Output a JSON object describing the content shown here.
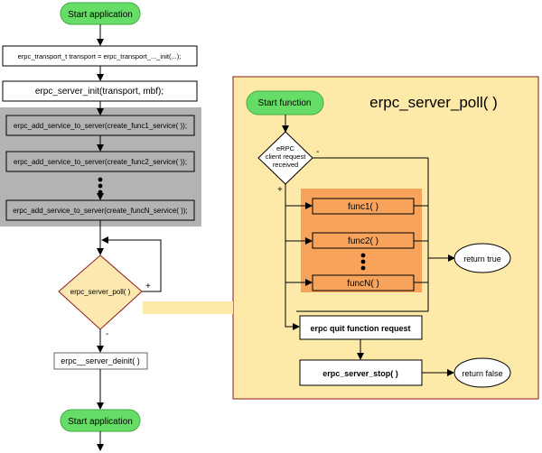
{
  "main_flow": {
    "start_label": "Start application",
    "transport_init": "erpc_transport_t transport = erpc_transport_..._init(...);",
    "server_init": "erpc_server_init(transport, mbf);",
    "services": [
      "erpc_add_service_to_server(create_func1_service( ));",
      "erpc_add_service_to_server(create_func2_service( ));",
      "erpc_add_service_to_server(create_funcN_service( ));"
    ],
    "poll_decision": "erpc_server_poll( )",
    "plus": "+",
    "minus": "-",
    "deinit": "erpc__server_deinit( )",
    "end_label": "Start application"
  },
  "poll_panel": {
    "title": "erpc_server_poll( )",
    "start_function": "Start function",
    "decision_lines": [
      "eRPC",
      "client request",
      "received"
    ],
    "minus": "-",
    "plus": "+",
    "funcs": [
      "func1( )",
      "func2( )",
      "funcN( )"
    ],
    "return_true": "return true",
    "quit_request": "erpc quit function request",
    "server_stop": "erpc_server_stop( )",
    "return_false": "return false"
  },
  "colors": {
    "start_fill": "#66dd66",
    "decision_fill": "#fde9b0",
    "panel_fill": "#fdeaa8",
    "panel_border": "#8b1a1a",
    "gray_block": "#b3b3b3",
    "orange_block": "#f7a35c"
  }
}
